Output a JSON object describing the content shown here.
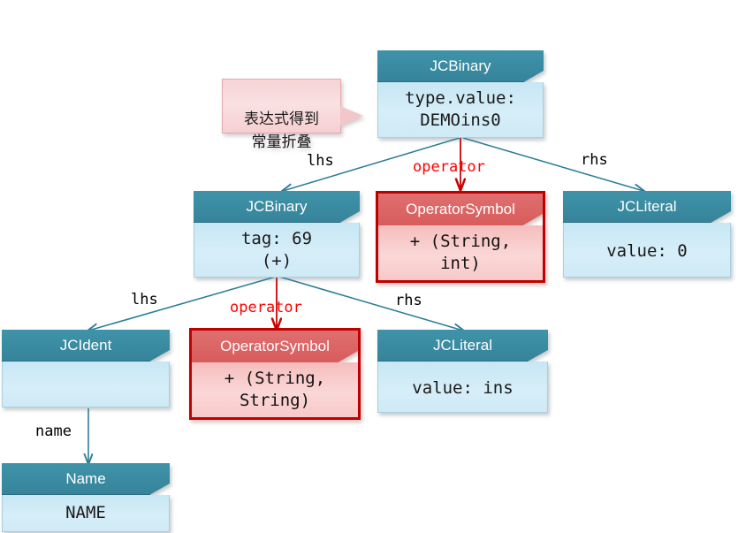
{
  "diagram": {
    "title": "JCBinary AST constant folding diagram",
    "colors": {
      "teal_header": "#35839a",
      "teal_body": "#cfeaf6",
      "red_header": "#d85c5c",
      "red_body": "#f8c9c9",
      "red_border": "#c00000",
      "edge": "#2e7f99",
      "edge_red": "#cc0000",
      "callout_bg": "#f7d3d5",
      "text_red": "#ff0000"
    },
    "nodes": [
      {
        "id": "root-jcbinary",
        "header": "JCBinary",
        "body": "type.value:\nDEMOins0",
        "style": "teal",
        "body_text_color": "red"
      },
      {
        "id": "jcbinary-2",
        "header": "JCBinary",
        "body": "tag: 69\n(+)",
        "style": "teal",
        "body_text_color": "black"
      },
      {
        "id": "operatorsymbol-1",
        "header": "OperatorSymbol",
        "body": "+ (String,\nint)",
        "style": "red",
        "body_text_color": "black"
      },
      {
        "id": "jcliteral-1",
        "header": "JCLiteral",
        "body": "value: 0",
        "style": "teal",
        "body_text_color": "black"
      },
      {
        "id": "jcident-1",
        "header": "JCIdent",
        "body": "",
        "style": "teal",
        "body_text_color": "black"
      },
      {
        "id": "operatorsymbol-2",
        "header": "OperatorSymbol",
        "body": "+ (String,\nString)",
        "style": "red",
        "body_text_color": "black"
      },
      {
        "id": "jcliteral-2",
        "header": "JCLiteral",
        "body": "value: ins",
        "style": "teal",
        "body_text_color": "black"
      },
      {
        "id": "name-1",
        "header": "Name",
        "body": "NAME",
        "style": "teal",
        "body_text_color": "black"
      }
    ],
    "edge_labels": [
      {
        "id": "lhs-1",
        "text": "lhs",
        "color": "black"
      },
      {
        "id": "operator-1",
        "text": "operator",
        "color": "red"
      },
      {
        "id": "rhs-1",
        "text": "rhs",
        "color": "black"
      },
      {
        "id": "lhs-2",
        "text": "lhs",
        "color": "black"
      },
      {
        "id": "operator-2",
        "text": "operator",
        "color": "red"
      },
      {
        "id": "rhs-2",
        "text": "rhs",
        "color": "black"
      },
      {
        "id": "name-edge",
        "text": "name",
        "color": "black"
      }
    ],
    "callout": {
      "text": "表达式得到\n常量折叠"
    }
  }
}
